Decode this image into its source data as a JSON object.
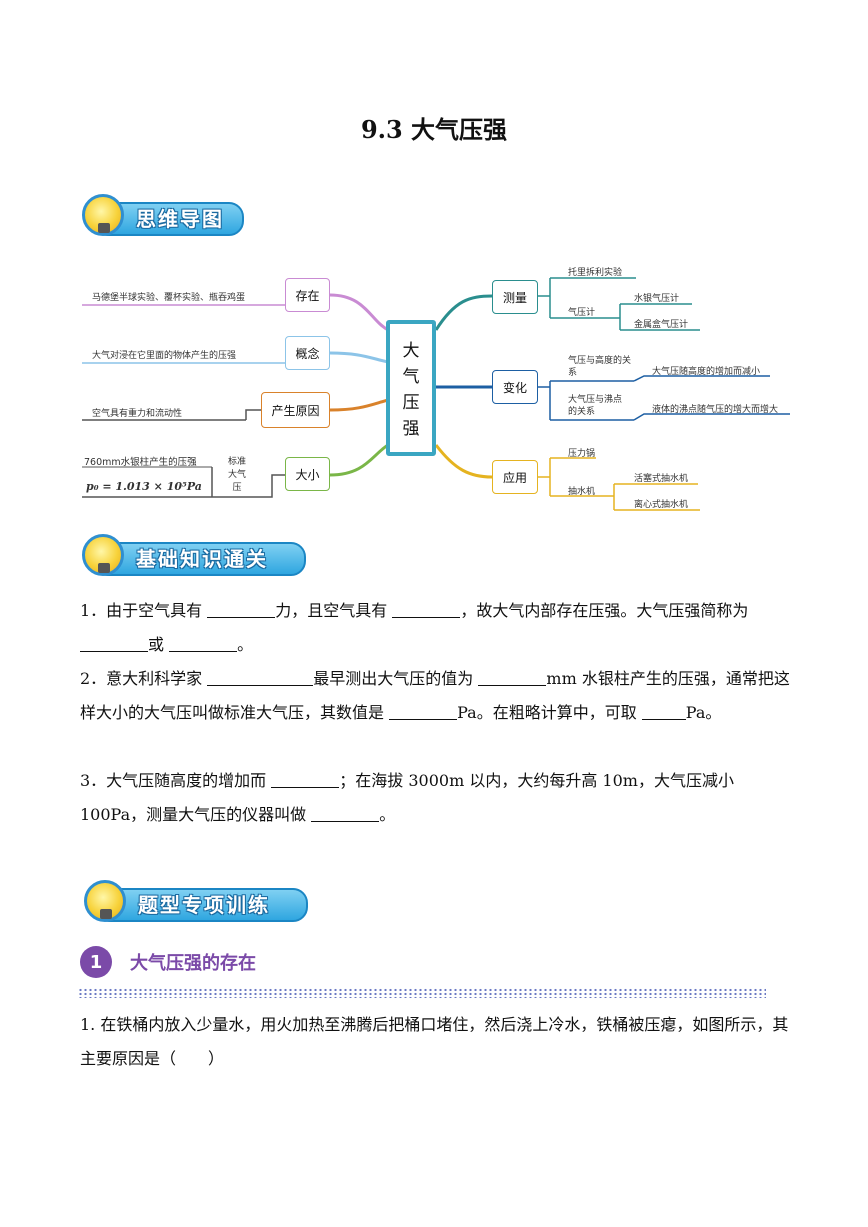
{
  "title": "9.3 大气压强",
  "sections": {
    "mindmap": "思维导图",
    "basics": "基础知识通关",
    "training": "题型专项训练"
  },
  "mindmap": {
    "center": [
      "大",
      "气",
      "压",
      "强"
    ],
    "left": [
      {
        "label": "存在",
        "detail": "马德堡半球实验、覆杯实验、瓶吞鸡蛋",
        "color": "#c98bd3"
      },
      {
        "label": "概念",
        "detail": "大气对浸在它里面的物体产生的压强",
        "color": "#8cc4e8"
      },
      {
        "label": "产生原因",
        "detail": "空气具有重力和流动性",
        "color": "#d9822b"
      },
      {
        "label": "大小",
        "detail": "760mm水银柱产生的压强",
        "formula": "p₀ = 1.013 × 10⁵Pa",
        "side_label": [
          "标准",
          "大气",
          "压"
        ],
        "color": "#7ab648"
      }
    ],
    "right": [
      {
        "label": "测量",
        "color": "#2a8e8e",
        "children": [
          {
            "text": "托里拆利实验",
            "children": []
          },
          {
            "text": "气压计",
            "children": [
              "水银气压计",
              "金属盒气压计"
            ]
          }
        ]
      },
      {
        "label": "变化",
        "color": "#1d5fa3",
        "children": [
          {
            "text": "气压与高度的关系",
            "children": [
              "大气压随高度的增加而减小"
            ]
          },
          {
            "text": "大气压与沸点的关系",
            "children": [
              "液体的沸点随气压的增大而增大"
            ]
          }
        ]
      },
      {
        "label": "应用",
        "color": "#e5b320",
        "children": [
          {
            "text": "压力锅",
            "children": []
          },
          {
            "text": "抽水机",
            "children": [
              "活塞式抽水机",
              "离心式抽水机"
            ]
          }
        ]
      }
    ]
  },
  "questions": {
    "q1": {
      "a": "1．由于空气具有",
      "b": "力，且空气具有",
      "c": "，故大气内部存在压强。大气压强简称为",
      "d": "或",
      "e": "。"
    },
    "q2": {
      "a": "2．意大利科学家",
      "b": "最早测出大气压的值为",
      "c": "mm 水银柱产生的压强，通常把这样大小的大气压叫做标准大气压，其数值是",
      "d": "Pa。在粗略计算中，可取",
      "e": "Pa。"
    },
    "q3": {
      "a": "3．大气压随高度的增加而",
      "b": "；在海拔 3000m 以内，大约每升高 10m，大气压减小 100Pa，测量大气压的仪器叫做",
      "c": "。"
    }
  },
  "subsection": {
    "number": "1",
    "title": "大气压强的存在"
  },
  "problem1": {
    "text": "1. 在铁桶内放入少量水，用火加热至沸腾后把桶口堵住，然后浇上冷水，铁桶被压瘪，如图所示，其主要原因是（　　）"
  }
}
